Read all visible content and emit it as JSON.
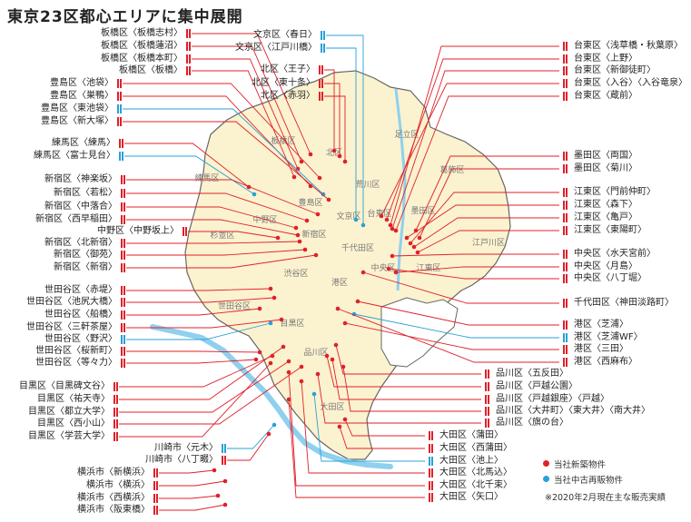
{
  "title": "東京23区都心エリアに集中展開",
  "colors": {
    "new": "#e0202a",
    "used": "#2aa0d8",
    "land": "#fbf2cf",
    "water": "#8ed0ee",
    "edge": "#666666"
  },
  "legend": {
    "new_label": "当社新築物件",
    "used_label": "当社中古再販物件"
  },
  "note": "※2020年2月現在主な販売実績",
  "wards": [
    "板橋区",
    "北区",
    "足立区",
    "練馬区",
    "荒川区",
    "葛飾区",
    "豊島区",
    "文京区",
    "台東区",
    "墨田区",
    "中野区",
    "新宿区",
    "杉並区",
    "江戸川区",
    "千代田区",
    "中央区",
    "江東区",
    "渋谷区",
    "港区",
    "世田谷区",
    "目黒区",
    "品川区",
    "大田区"
  ],
  "left_labels": [
    {
      "t": "板橋区〈板橋志村〉",
      "k": "n"
    },
    {
      "t": "板橋区〈板橋蓮沼〉",
      "k": "n"
    },
    {
      "t": "板橋区〈板橋本町〉",
      "k": "n"
    },
    {
      "t": "板橋区〈板橋〉",
      "k": "n"
    },
    {
      "t": "豊島区〈池袋〉",
      "k": "n"
    },
    {
      "t": "豊島区〈巣鴨〉",
      "k": "n"
    },
    {
      "t": "豊島区〈東池袋〉",
      "k": "u"
    },
    {
      "t": "豊島区〈新大塚〉",
      "k": "n"
    },
    {
      "t": "練馬区〈練馬〉",
      "k": "n"
    },
    {
      "t": "練馬区〈富士見台〉",
      "k": "u"
    },
    {
      "t": "新宿区〈神楽坂〉",
      "k": "n"
    },
    {
      "t": "新宿区〈若松〉",
      "k": "n"
    },
    {
      "t": "新宿区〈中落合〉",
      "k": "n"
    },
    {
      "t": "新宿区〈西早稲田〉",
      "k": "n"
    },
    {
      "t": "中野区〈中野坂上〉",
      "k": "n"
    },
    {
      "t": "新宿区〈北新宿〉",
      "k": "n"
    },
    {
      "t": "新宿区〈御苑〉",
      "k": "n"
    },
    {
      "t": "新宿区〈新宿〉",
      "k": "n"
    },
    {
      "t": "世田谷区〈赤堤〉",
      "k": "n"
    },
    {
      "t": "世田谷区〈池尻大橋〉",
      "k": "n"
    },
    {
      "t": "世田谷区〈船橋〉",
      "k": "n"
    },
    {
      "t": "世田谷区〈三軒茶屋〉",
      "k": "n"
    },
    {
      "t": "世田谷区〈野沢〉",
      "k": "u"
    },
    {
      "t": "世田谷区〈桜新町〉",
      "k": "n"
    },
    {
      "t": "世田谷区〈等々力〉",
      "k": "n"
    },
    {
      "t": "目黒区〈目黒碑文谷〉",
      "k": "n"
    },
    {
      "t": "目黒区〈祐天寺〉",
      "k": "n"
    },
    {
      "t": "目黒区〈都立大学〉",
      "k": "n"
    },
    {
      "t": "目黒区〈西小山〉",
      "k": "n"
    },
    {
      "t": "目黒区〈学芸大学〉",
      "k": "n"
    },
    {
      "t": "川崎市〈元木〉",
      "k": "u"
    },
    {
      "t": "川崎市〈八丁畷〉",
      "k": "n"
    },
    {
      "t": "横浜市〈新横浜〉",
      "k": "n"
    },
    {
      "t": "横浜市〈横浜〉",
      "k": "n"
    },
    {
      "t": "横浜市〈西横浜〉",
      "k": "n"
    },
    {
      "t": "横浜市〈阪東橋〉",
      "k": "n"
    }
  ],
  "top_labels": [
    {
      "t": "文京区〈春日〉",
      "k": "u"
    },
    {
      "t": "文京区〈江戸川橋〉",
      "k": "u"
    },
    {
      "t": "北区〈王子〉",
      "k": "n"
    },
    {
      "t": "北区〈東十条〉",
      "k": "n"
    },
    {
      "t": "北区〈赤羽〉",
      "k": "n"
    }
  ],
  "right_labels": [
    {
      "t": "台東区〈浅草橋・秋葉原〉",
      "k": "n"
    },
    {
      "t": "台東区〈上野〉",
      "k": "n"
    },
    {
      "t": "台東区〈新御徒町〉",
      "k": "n"
    },
    {
      "t": "台東区〈入谷〉〈入谷竜泉〉",
      "k": "n"
    },
    {
      "t": "台東区〈蔵前〉",
      "k": "n"
    },
    {
      "t": "墨田区〈両国〉",
      "k": "n"
    },
    {
      "t": "墨田区〈菊川〉",
      "k": "n"
    },
    {
      "t": "江東区〈門前仲町〉",
      "k": "n"
    },
    {
      "t": "江東区〈森下〉",
      "k": "n"
    },
    {
      "t": "江東区〈亀戸〉",
      "k": "n"
    },
    {
      "t": "江東区〈東陽町〉",
      "k": "n"
    },
    {
      "t": "中央区〈水天宮前〉",
      "k": "n"
    },
    {
      "t": "中央区〈月島〉",
      "k": "n"
    },
    {
      "t": "中央区〈八丁堀〉",
      "k": "n"
    },
    {
      "t": "千代田区〈神田淡路町〉",
      "k": "n"
    },
    {
      "t": "港区〈芝浦〉",
      "k": "n"
    },
    {
      "t": "港区〈芝浦WF〉",
      "k": "u"
    },
    {
      "t": "港区〈三田〉",
      "k": "n"
    },
    {
      "t": "港区〈西麻布〉",
      "k": "n"
    }
  ],
  "bottom_labels": [
    {
      "t": "品川区〈五反田〉",
      "k": "n"
    },
    {
      "t": "品川区〈戸越公園〉",
      "k": "n"
    },
    {
      "t": "品川区〈戸越銀座〉〈戸越〉",
      "k": "n"
    },
    {
      "t": "品川区〈大井町〉〈東大井〉〈南大井〉",
      "k": "n"
    },
    {
      "t": "品川区〈旗の台〉",
      "k": "n"
    },
    {
      "t": "大田区〈蒲田〉",
      "k": "n"
    },
    {
      "t": "大田区〈西蒲田〉",
      "k": "n"
    },
    {
      "t": "大田区〈池上〉",
      "k": "u"
    },
    {
      "t": "大田区〈北馬込〉",
      "k": "n"
    },
    {
      "t": "大田区〈北千束〉",
      "k": "n"
    },
    {
      "t": "大田区〈矢口〉",
      "k": "n"
    }
  ]
}
